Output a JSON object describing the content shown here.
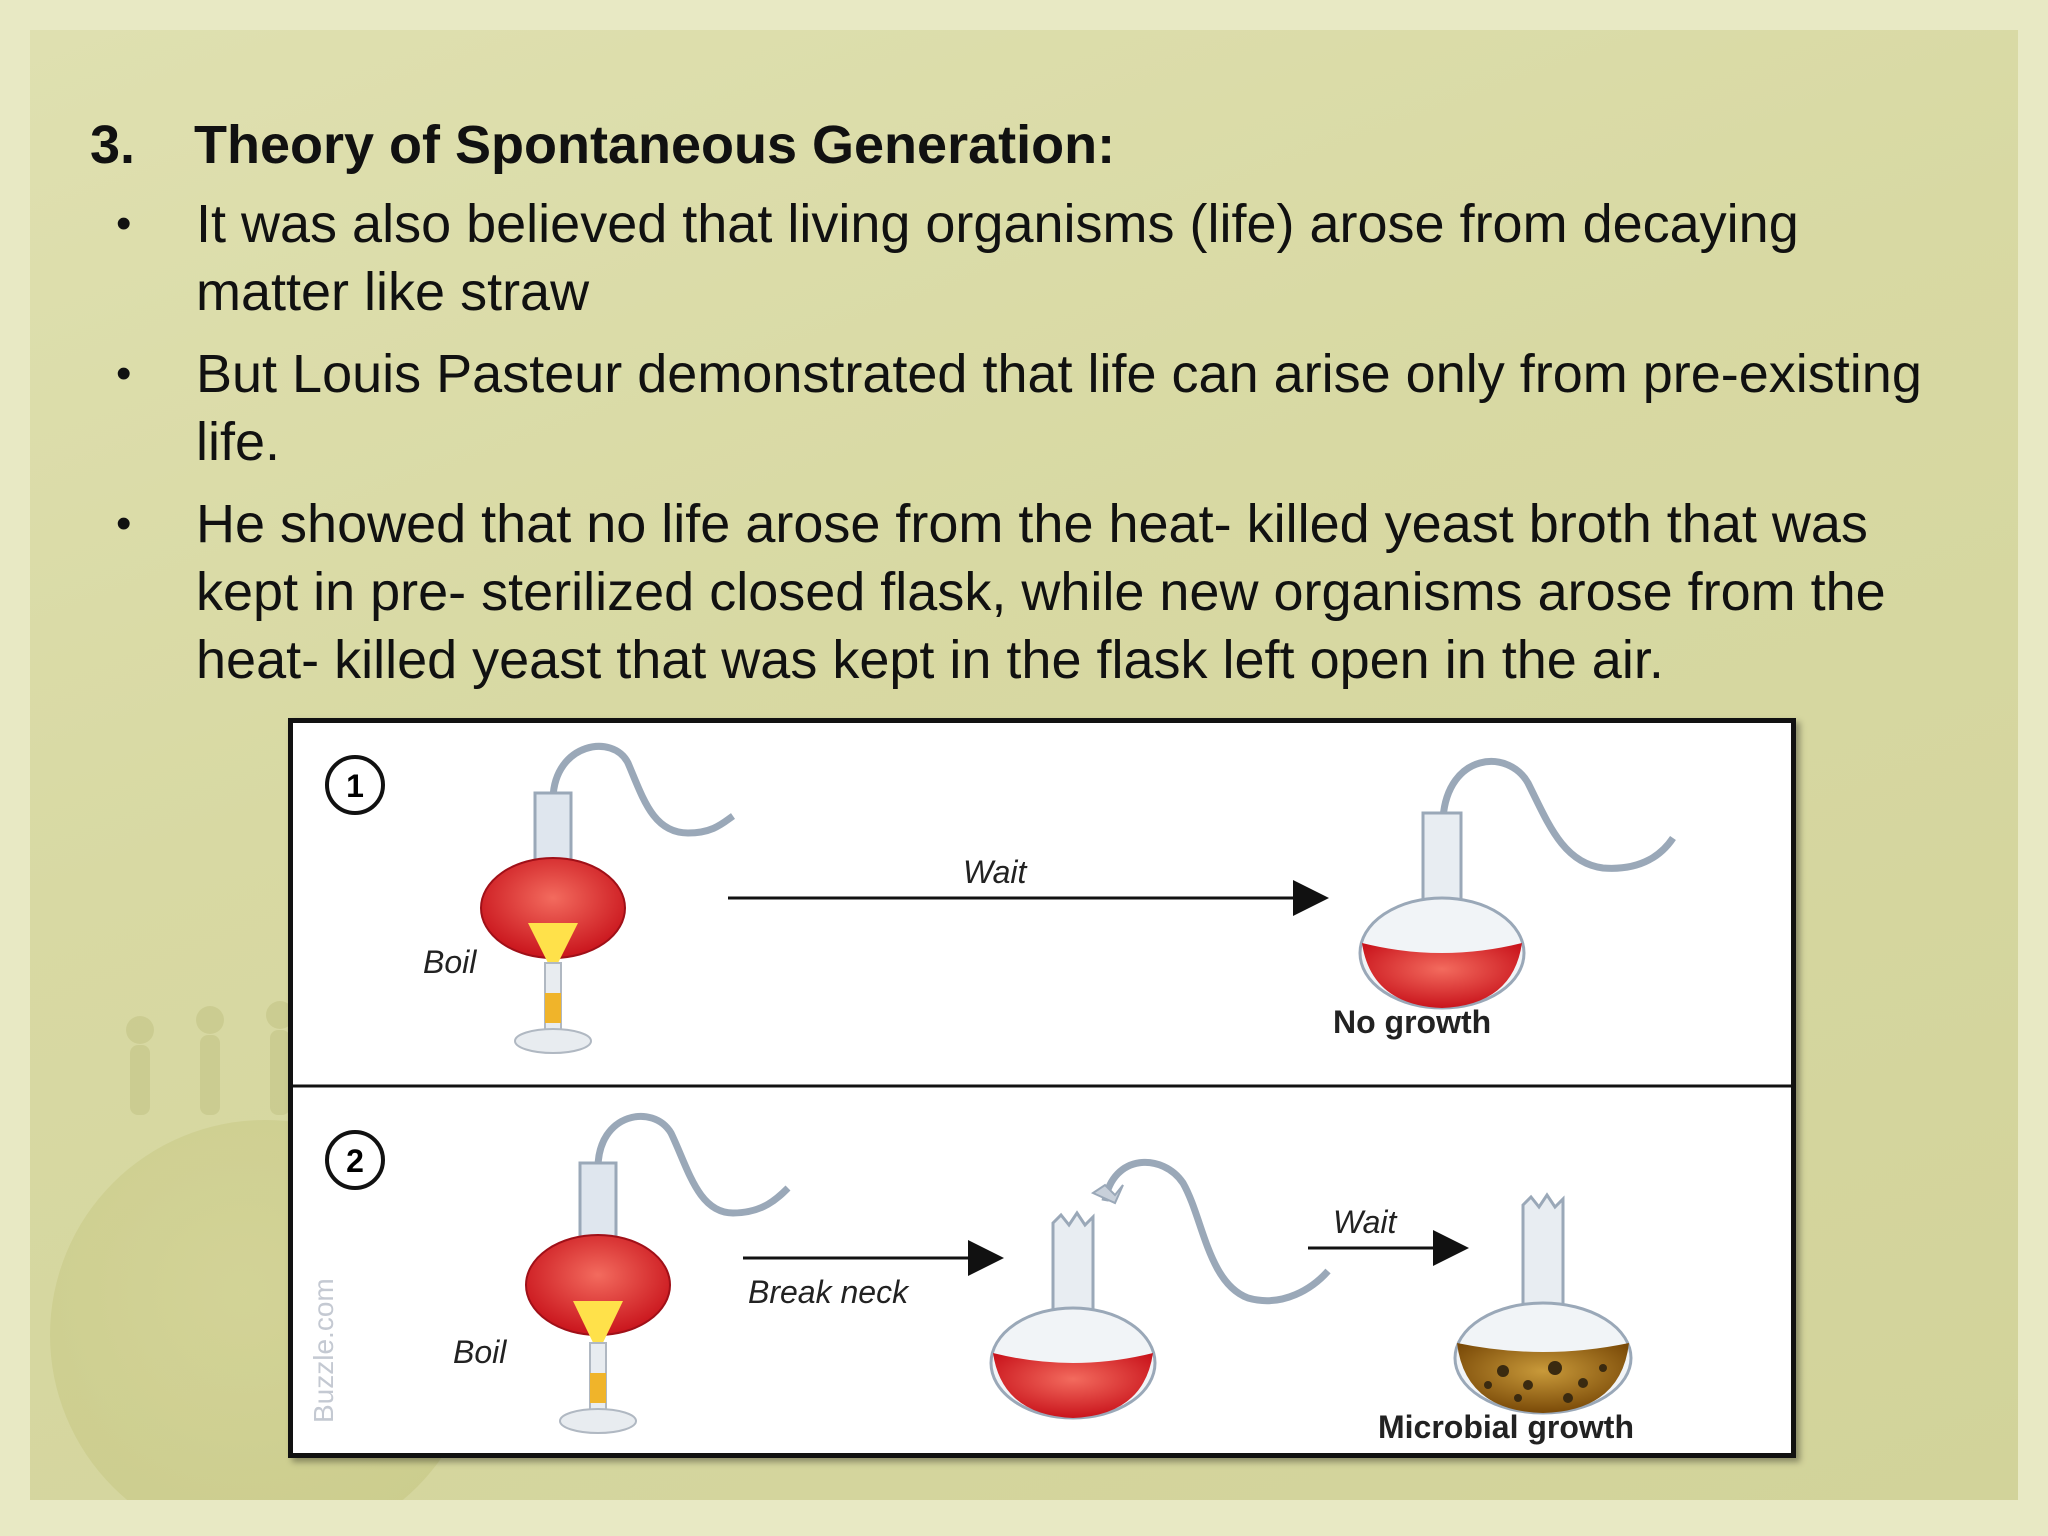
{
  "slide": {
    "heading_number": "3.",
    "heading_text": "Theory of Spontaneous Generation:",
    "bullets": [
      "It was also believed that living organisms (life) arose from decaying matter like straw",
      "But Louis Pasteur demonstrated that life can arise only from pre-existing life.",
      "He showed that no life arose from the heat- killed yeast broth that was kept in pre- sterilized closed flask, while new organisms arose from the heat- killed yeast that was kept in the flask left open in the air."
    ],
    "bullet_symbol": "•"
  },
  "figure": {
    "panel1": {
      "number": "1",
      "boil_label": "Boil",
      "wait_label": "Wait",
      "result_label": "No growth"
    },
    "panel2": {
      "number": "2",
      "boil_label": "Boil",
      "break_label": "Break neck",
      "wait_label": "Wait",
      "result_label": "Microbial growth"
    },
    "watermark": "Buzzle.com"
  },
  "colors": {
    "broth": "#d81f26",
    "flame": "#ffe14a",
    "glass": "#b9c3cf",
    "growth": "#8a5a10"
  }
}
